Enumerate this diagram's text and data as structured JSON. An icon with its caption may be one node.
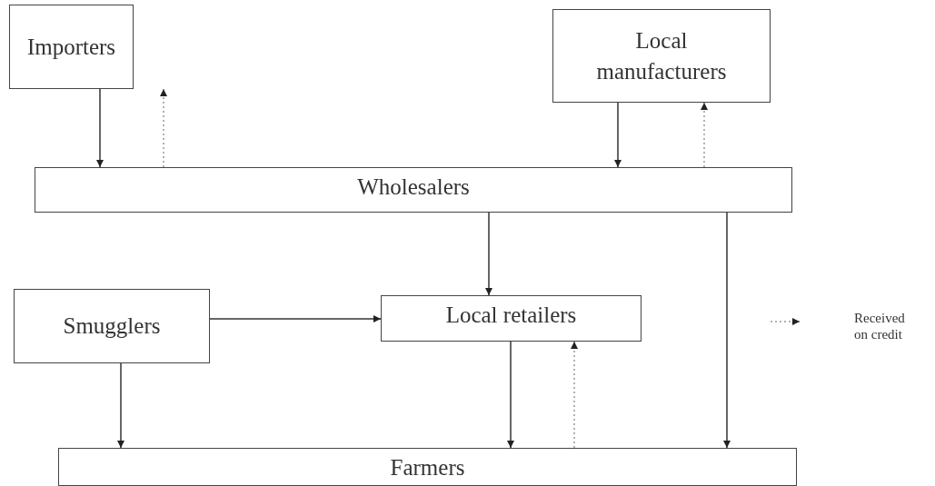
{
  "diagram": {
    "nodes": [
      {
        "text": [
          "Importers"
        ]
      },
      {
        "text": [
          "Local manufacturers"
        ]
      },
      {
        "text": [
          "Wholesalers"
        ]
      },
      {
        "text": [
          "Smugglers"
        ]
      },
      {
        "text": [
          "Local retailers"
        ]
      },
      {
        "text": [
          "Farmers"
        ]
      }
    ],
    "edges": [
      {
        "from": 0,
        "to": 2,
        "arrow": "to"
      },
      {
        "from": 2,
        "to": 0,
        "arrow": "to",
        "style": "dashed",
        "color": "#999999"
      },
      {
        "from": 1,
        "to": 2,
        "arrow": "to"
      },
      {
        "from": 2,
        "to": 1,
        "arrow": "to",
        "style": "dashed",
        "color": "#999999"
      },
      {
        "from": 2,
        "to": 4,
        "arrow": "to"
      },
      {
        "from": 2,
        "to": 5,
        "arrow": "to"
      },
      {
        "from": 3,
        "to": 4,
        "arrow": "to"
      },
      {
        "from": 3,
        "to": 5,
        "arrow": "to"
      },
      {
        "from": 4,
        "to": 5,
        "arrow": "to"
      },
      {
        "from": 5,
        "to": 4,
        "arrow": "to",
        "style": "dashed",
        "color": "#999999"
      }
    ],
    "legend": [
      {
        "text": "Received on credit"
      }
    ]
  }
}
